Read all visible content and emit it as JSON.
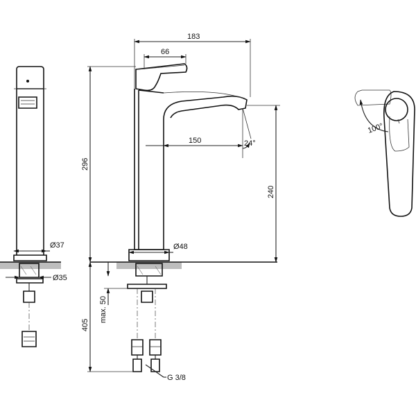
{
  "dimensions": {
    "width_183": "183",
    "spout_66": "66",
    "reach_150": "150",
    "height_296": "296",
    "spout_height_240": "240",
    "base_48": "Ø48",
    "body_37": "Ø37",
    "hole_35": "Ø35",
    "max_50": "max. 50",
    "hose_405": "405",
    "thread_g38": "G 3/8",
    "angle_24": "24°",
    "angle_100": "100°"
  }
}
